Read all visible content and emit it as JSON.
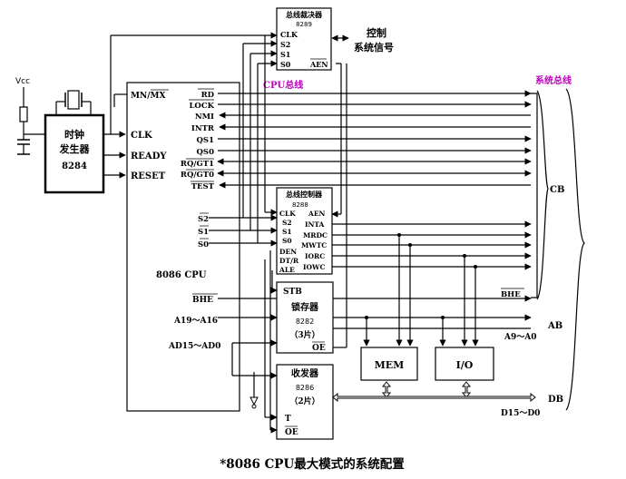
{
  "caption": "*8086 CPU最大模式的系统配置",
  "colors": {
    "bus_label": "#c000c0",
    "line": "#000000",
    "background": "#ffffff"
  },
  "icons": [
    "crystal-icon",
    "resistor-icon",
    "capacitor-icon",
    "inverter-icon",
    "bidirectional-arrow-icon",
    "brace-icon"
  ],
  "clock": {
    "title1": "时钟",
    "title2": "发生器",
    "part": "8284",
    "vcc": "Vcc"
  },
  "cpu": {
    "name": "8086 CPU",
    "left_pins": [
      "MN/MX",
      "CLK",
      "READY",
      "RESET"
    ],
    "right_pins": [
      "RD",
      "LOCK",
      "NMI",
      "INTR",
      "QS1",
      "QS0",
      "RQ/GT1",
      "RQ/GT0",
      "TEST"
    ],
    "status_pins": [
      "S2",
      "S1",
      "S0"
    ],
    "bhe": "BHE",
    "addr": "A19～A16",
    "ad": "AD15～AD0"
  },
  "arbiter": {
    "title": "总线裁决器",
    "part": "8289",
    "pins": [
      "CLK",
      "S2",
      "S1",
      "S0"
    ],
    "aen": "AEN",
    "ctrl1": "控制",
    "ctrl2": "系统信号"
  },
  "controller": {
    "title": "总线控制器",
    "part": "8288",
    "left_pins": [
      "CLK",
      "S2",
      "S1",
      "S0",
      "DEN",
      "DT/R",
      "ALE"
    ],
    "right_pins": [
      "AEN",
      "INTA",
      "MRDC",
      "MWTC",
      "IORC",
      "IOWC"
    ]
  },
  "latch": {
    "stb": "STB",
    "title": "锁存器",
    "part": "8282",
    "count": "（3片）",
    "oe": "OE"
  },
  "transceiver": {
    "title": "收发器",
    "part": "8286",
    "count": "（2片）",
    "t": "T",
    "oe": "OE"
  },
  "mem": "MEM",
  "io": "I/O",
  "bus": {
    "cpu_bus": "CPU总线",
    "system_bus": "系统总线",
    "cb": "CB",
    "ab": "AB",
    "db": "DB",
    "bhe": "BHE",
    "ab_range": "A9～A0",
    "db_range": "D15～D0"
  }
}
